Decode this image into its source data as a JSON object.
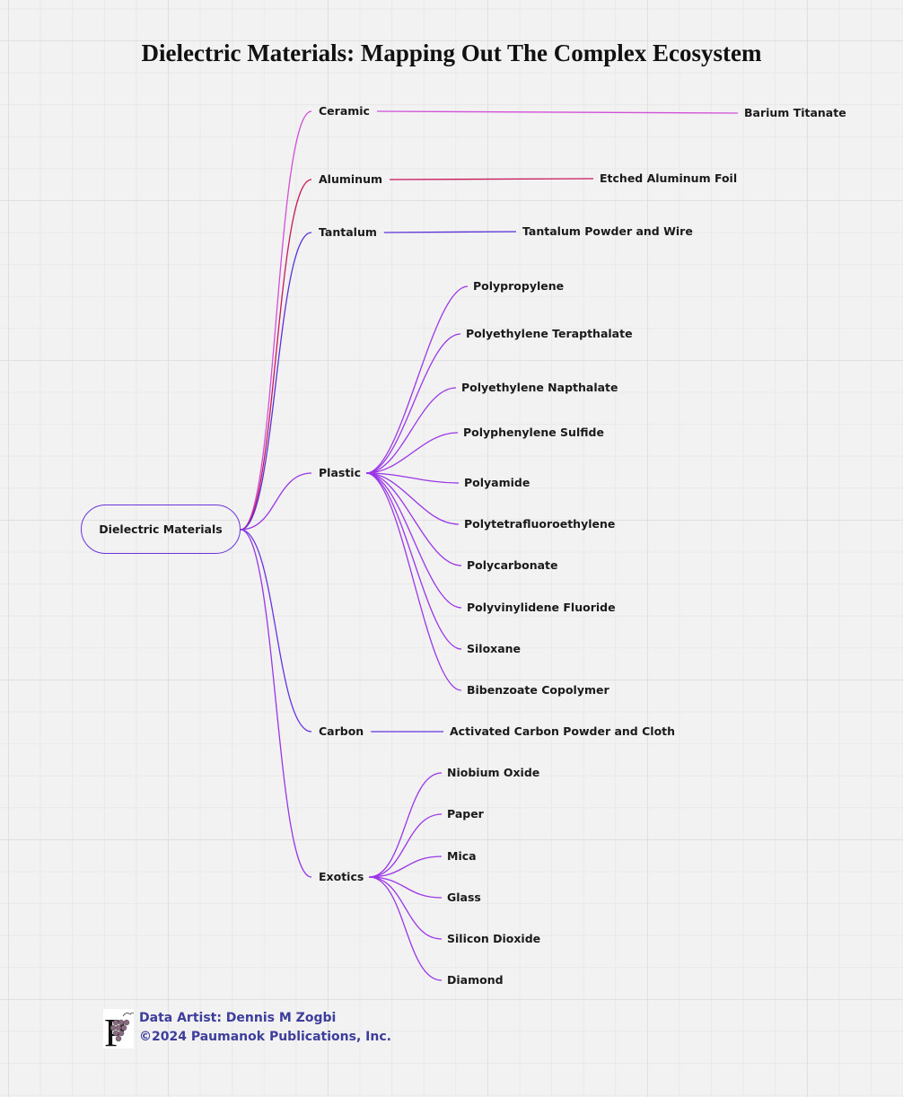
{
  "title": "Dielectric Materials: Mapping Out The Complex Ecosystem",
  "root": {
    "label": "Dielectric Materials"
  },
  "branches": [
    {
      "label": "Ceramic",
      "color": "#d24fd8",
      "children": [
        "Barium Titanate"
      ]
    },
    {
      "label": "Aluminum",
      "color": "#c8185a",
      "children": [
        "Etched Aluminum Foil"
      ]
    },
    {
      "label": "Tantalum",
      "color": "#5a32d8",
      "children": [
        "Tantalum Powder and Wire"
      ]
    },
    {
      "label": "Plastic",
      "color": "#9b36e8",
      "children": [
        "Polypropylene",
        "Polyethylene Terapthalate",
        "Polyethylene Napthalate",
        "Polyphenylene Sulfide",
        "Polyamide",
        "Polytetrafluoroethylene",
        "Polycarbonate",
        "Polyvinylidene Fluoride",
        "Siloxane",
        "Bibenzoate Copolymer"
      ]
    },
    {
      "label": "Carbon",
      "color": "#6634e0",
      "children": [
        "Activated Carbon Powder and Cloth"
      ]
    },
    {
      "label": "Exotics",
      "color": "#9b36e8",
      "children": [
        "Niobium Oxide",
        "Paper",
        "Mica",
        "Glass",
        "Silicon Dioxide",
        "Diamond"
      ]
    }
  ],
  "footer": {
    "artist": "Data Artist: Dennis M Zogbi",
    "copyright": "©2024 Paumanok Publications, Inc."
  }
}
